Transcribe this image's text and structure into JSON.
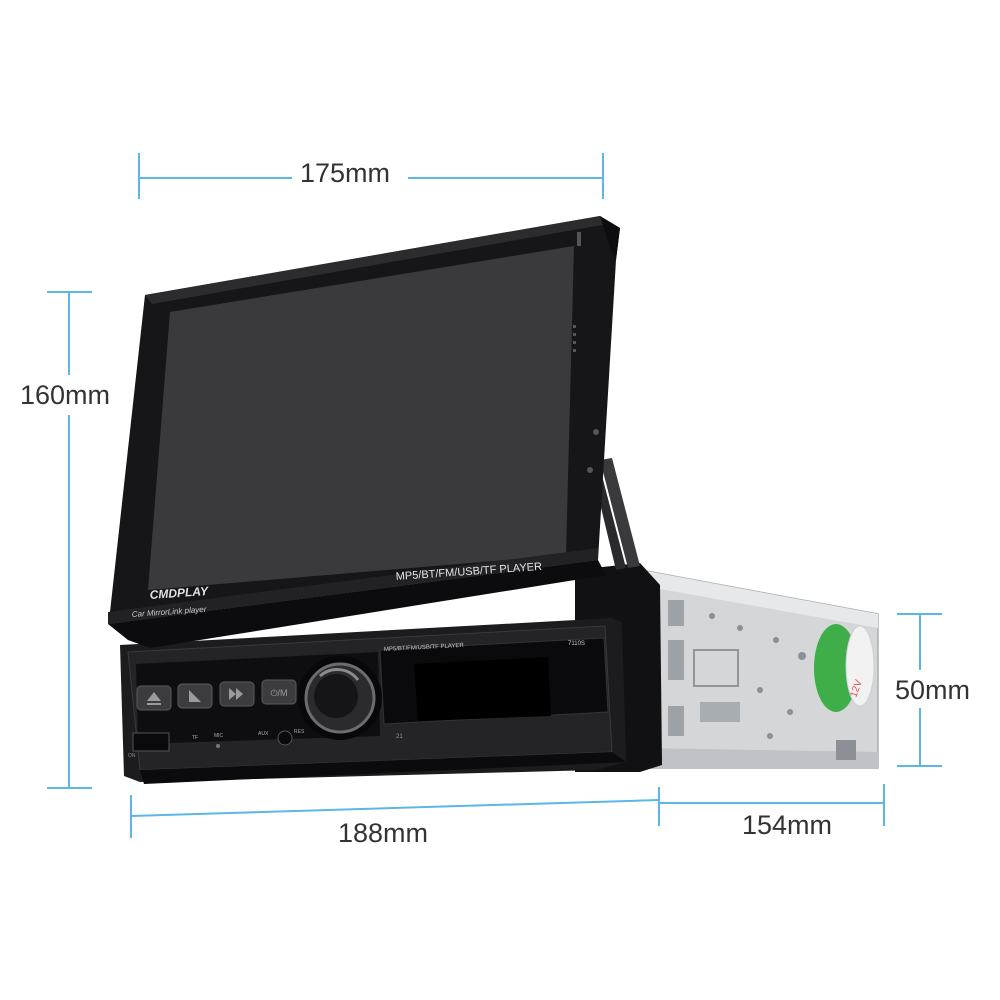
{
  "dimensions": {
    "top_width": "175mm",
    "screen_height": "160mm",
    "body_height": "50mm",
    "front_width": "188mm",
    "depth": "154mm"
  },
  "screen": {
    "logo_main": "CMDPLAY",
    "logo_sub": "Car MirrorLink player",
    "caption": "MP5/BT/FM/USB/TF PLAYER"
  },
  "faceplate": {
    "small_caption": "MP5/BT/FM/USB/TF PLAYER",
    "model": "7110S",
    "label_tf": "TF",
    "label_mic": "MIC",
    "label_aux": "AUX",
    "label_res": "RES",
    "label_on": "ON",
    "label_21": "21"
  },
  "sticker": {
    "text": "12V"
  },
  "colors": {
    "dimension_line": "#5bb8e4",
    "text": "#333333",
    "device_black": "#1c1c1e",
    "screen": "#3a3a3c",
    "chassis": "#d4d6d8",
    "sticker_green": "#3fae49"
  }
}
